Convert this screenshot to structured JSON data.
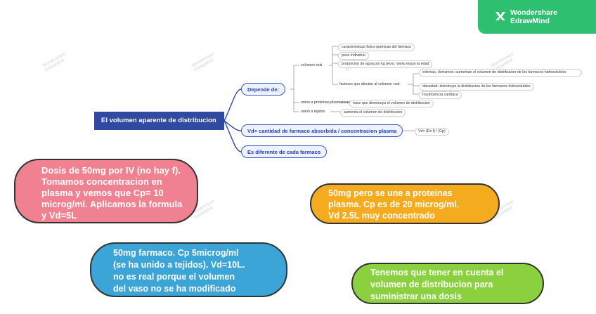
{
  "brand": {
    "line1": "Wondershare",
    "line2": "EdrawMind",
    "color": "#2fbf71"
  },
  "watermark": {
    "line1": "Wondershare",
    "line2": "EdrawMind"
  },
  "root": {
    "label": "El volumen aparente de distribucion",
    "color": "#2f4aa0"
  },
  "branches": {
    "depende": {
      "label": "Depende de:",
      "volumen_real": {
        "label": "volumen real",
        "items": [
          "caracteristicas fisico-quimicas del farmaco",
          "peso individuo",
          "proporcion de agua por kg peso. Varia segun la edad"
        ],
        "factores": {
          "label": "factores que afectan al volumen real:",
          "items": [
            "edemas, derrames: aumentan el volumen de distribucion de los farmacos hidrosolubles",
            "obesidad: disminuye la distribucion de los farmacos hidrosolubles",
            "Insuficiencia cardiaca"
          ]
        }
      },
      "union_proteinas": {
        "label": "union a proteinas plasmaticas",
        "child": "hace que disminuya el volumen de distribucion"
      },
      "union_tejidos": {
        "label": "union a tejidos",
        "child": "aumenta el volumen de distribucion"
      }
    },
    "vd": {
      "label": "Vd= cantidad de farmaco absorbida / concentracion plasma",
      "child": "Vd= (Dx f) / (Cp)"
    },
    "diferente": {
      "label": "Es diferente de cada farmaco"
    }
  },
  "notes": {
    "pink": {
      "lines": [
        "Dosis de 50mg por IV (no hay f).",
        "Tomamos concentracion en",
        "plasma y vemos que Cp= 10",
        "microg/ml. Aplicamos la formula",
        "y Vd=5L"
      ],
      "color": "#ef8191"
    },
    "orange": {
      "lines": [
        "50mg pero se une a proteinas",
        "plasma. Cp es de 20 microg/ml.",
        "Vd 2.5L muy concentrado"
      ],
      "color": "#f5ab1e"
    },
    "blue": {
      "lines": [
        "50mg farmaco. Cp 5microg/ml",
        "(se ha unido a tejidos). Vd=10L.",
        "no es real porque el volumen",
        "del vaso no se ha modificado"
      ],
      "color": "#3aa5d6"
    },
    "green": {
      "lines": [
        "Tenemos que tener en cuenta el",
        "volumen de distribucion para",
        "suministrar una dosis"
      ],
      "color": "#8bd13f"
    }
  }
}
